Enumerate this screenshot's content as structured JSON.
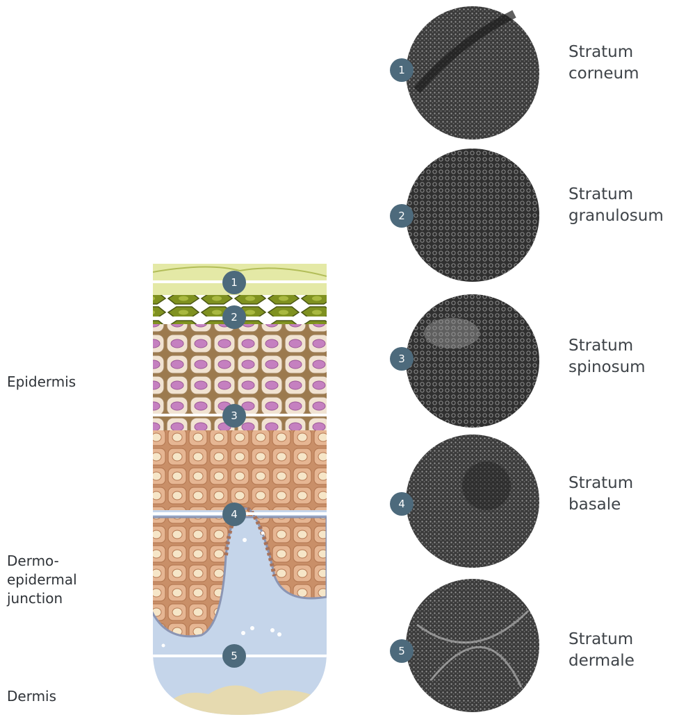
{
  "side_labels": {
    "epidermis": "Epidermis",
    "junction": "Dermo-\nepidermal\njunction",
    "dermis": "Dermis"
  },
  "layers": [
    {
      "number": "1",
      "name": "Stratum\ncorneum"
    },
    {
      "number": "2",
      "name": "Stratum\ngranulosum"
    },
    {
      "number": "3",
      "name": "Stratum\nspinosum"
    },
    {
      "number": "4",
      "name": "Stratum\nbasale"
    },
    {
      "number": "5",
      "name": "Stratum\ndermale"
    }
  ],
  "colors": {
    "badge": "#4d6a7c",
    "corneum": "#e6e9a8",
    "granulosum_cell": "#8a9a24",
    "spinosum": "#ead9c6",
    "nucleus_purple": "#c986c4",
    "basale": "#dda885",
    "dermis": "#c6d6ea",
    "fat": "#e8dbb0"
  }
}
